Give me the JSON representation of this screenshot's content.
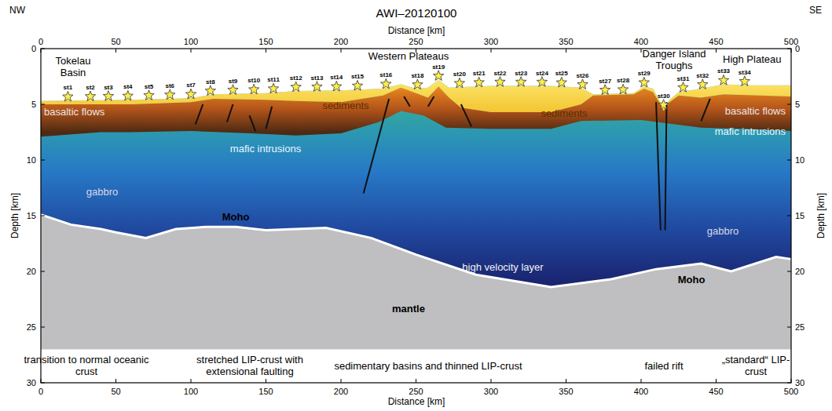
{
  "diagram": {
    "title": "AWI–20120100",
    "labels": [
      "NW",
      "SE",
      "Distance [km]",
      "0",
      "50",
      "100",
      "150",
      "200",
      "250",
      "300",
      "350",
      "400",
      "450",
      "500",
      "Distance [km]",
      "0",
      "50",
      "100",
      "150",
      "200",
      "250",
      "300",
      "350",
      "400",
      "450",
      "500",
      "Depth [km]",
      "0",
      "5",
      "10",
      "15",
      "20",
      "25",
      "30",
      "Depth [km]",
      "0",
      "5",
      "10",
      "15",
      "20",
      "25",
      "30",
      "st1",
      "st2",
      "st3",
      "st4",
      "st5",
      "st6",
      "st7",
      "st8",
      "st9",
      "st10",
      "st11",
      "st12",
      "st13",
      "st14",
      "st15",
      "st16",
      "st18",
      "st19",
      "st20",
      "st21",
      "st22",
      "st23",
      "st24",
      "st25",
      "st26",
      "st27",
      "st28",
      "st29",
      "st30",
      "st31",
      "st32",
      "st33",
      "st34",
      "Tokelau Basin",
      "Western Plateaus",
      "Danger Island Troughs",
      "High Plateau",
      "basaltic flows",
      "sediments",
      "sediments",
      "mafic intrusions",
      "basaltic flows",
      "mafic intrusions",
      "gabbro",
      "gabbro",
      "Moho",
      "Moho",
      "high velocity layer",
      "mantle",
      "transition to normal oceanic crust",
      "stretched LIP-crust with extensional faulting",
      "sedimentary basins and thinned LIP-crust",
      "failed rift",
      "„standard“ LIP-crust"
    ]
  }
}
